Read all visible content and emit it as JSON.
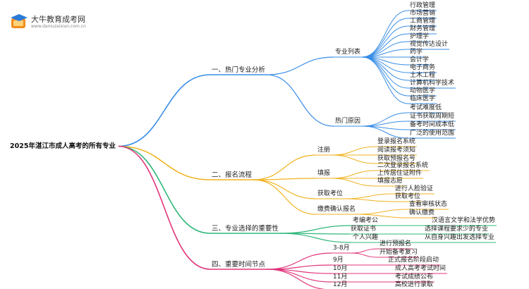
{
  "logo": {
    "name": "大牛教育成考网",
    "url": "www.daniuzaixian.com.cn"
  },
  "root": "2025年湛江市成人高考的所有专业",
  "branches": [
    {
      "id": "b1",
      "label": "一、热门专业分析",
      "color": "#3a8ee6",
      "children": [
        {
          "label": "专业列表",
          "children": [
            "行政管理",
            "市场营销",
            "工商管理",
            "财务管理",
            "护理学",
            "视觉传达设计",
            "药学",
            "会计学",
            "电子商务",
            "土木工程",
            "计算机科学技术",
            "动物医学",
            "临床医学"
          ]
        },
        {
          "label": "热门原因",
          "children": [
            "考试难度低",
            "证书获取周期短",
            "备考时间成本低",
            "广泛的使用范围"
          ]
        }
      ]
    },
    {
      "id": "b2",
      "label": "二、报名流程",
      "color": "#f0b31f",
      "children": [
        {
          "label": "注册",
          "children": [
            "登录报名系统",
            "阅读报考须知",
            "获取预报名号"
          ]
        },
        {
          "label": "填报",
          "children": [
            "二次登录报名系统",
            "上传居住证附件",
            "填报志愿"
          ]
        },
        {
          "label": "获取考位",
          "children": [
            "进行人脸验证",
            "获取考位"
          ]
        },
        {
          "label": "缴费确认报名",
          "children": [
            "查看审核状态",
            "确认缴费"
          ]
        }
      ]
    },
    {
      "id": "b3",
      "label": "三、专业选择的重要性",
      "color": "#2fb87a",
      "children": [
        {
          "label": "考编考公",
          "children": [
            "汉语言文学和法学优势"
          ]
        },
        {
          "label": "获取证书",
          "children": [
            "选择课程要求少的专业"
          ]
        },
        {
          "label": "个人兴趣",
          "children": [
            "从自身兴趣出发选择专业"
          ]
        }
      ]
    },
    {
      "id": "b4",
      "label": "四、重要时间节点",
      "color": "#e0357a",
      "children": [
        {
          "label": "3-8月",
          "children": [
            "进行预报名",
            "开始备考复习"
          ]
        },
        {
          "label": "9月",
          "children": [
            "正式报名阶段启动"
          ]
        },
        {
          "label": "10月",
          "children": [
            "成人高考考试时间"
          ]
        },
        {
          "label": "11月",
          "children": [
            "考试成绩公布"
          ]
        },
        {
          "label": "12月",
          "children": [
            "高校进行录取"
          ]
        }
      ]
    }
  ]
}
